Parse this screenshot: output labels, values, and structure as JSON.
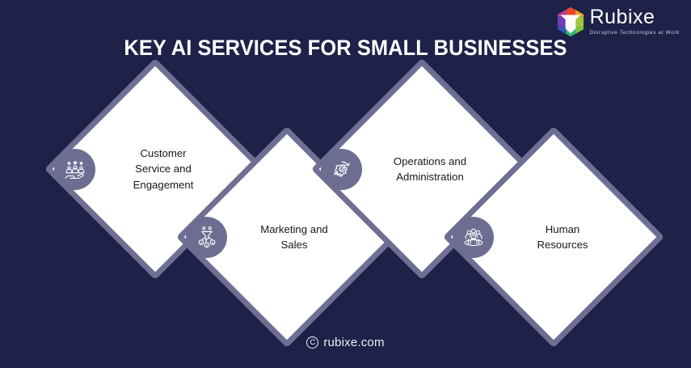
{
  "background_color": "#1e2248",
  "accent_color": "#6f6f94",
  "badge_color": "#6d6d92",
  "card_fill_color": "#ffffff",
  "header": {
    "title": "KEY AI SERVICES FOR SMALL BUSINESSES"
  },
  "logo": {
    "name": "Rubixe",
    "tagline": "Disruptive Technologies at Work",
    "mark_icon": "rubixe-cube-logo-icon"
  },
  "cards": [
    {
      "line1": "Customer",
      "line2": "Service and",
      "line3": "Engagement",
      "icon": "customer-rating-hand-icon"
    },
    {
      "line1": "Marketing and",
      "line2": "Sales",
      "line3": "",
      "icon": "sales-funnel-icon"
    },
    {
      "line1": "Operations and",
      "line2": "Administration",
      "line3": "",
      "icon": "gear-process-cycle-icon"
    },
    {
      "line1": "Human",
      "line2": "Resources",
      "line3": "",
      "icon": "people-group-icon"
    }
  ],
  "footer": {
    "copyright_symbol": "C",
    "site": "rubixe.com"
  }
}
